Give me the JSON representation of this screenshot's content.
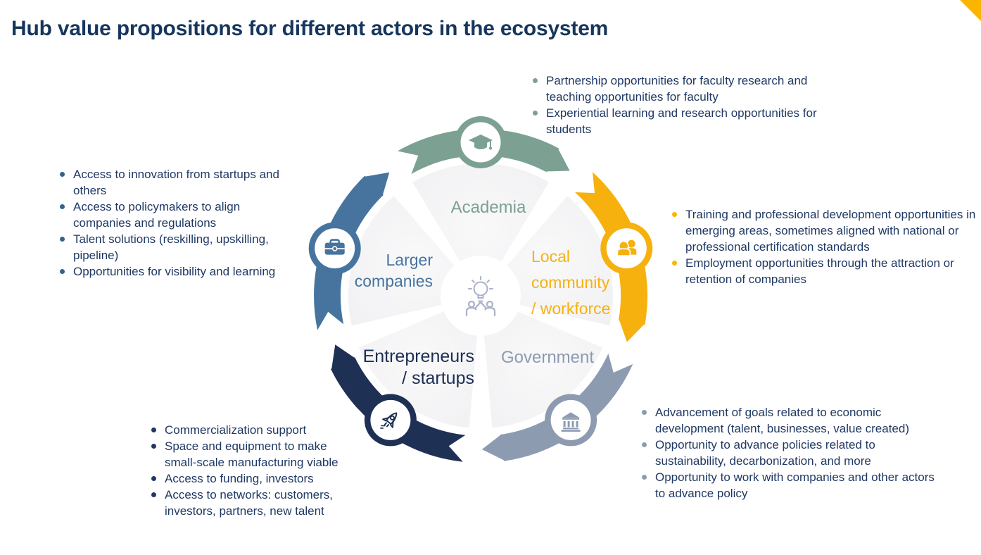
{
  "title": "Hub value propositions for different actors in the ecosystem",
  "palette": {
    "title_text": "#17365D",
    "body_text": "#1F3864",
    "academia": "#7CA192",
    "local_community": "#F7B10E",
    "government": "#8D9BB1",
    "entrepreneurs": "#1F3055",
    "larger_companies": "#46749F",
    "center_icon": "#A9B2C6",
    "wedge_fill": "#F0F0F2",
    "corner_triangle": "#FBB500"
  },
  "diagram": {
    "center_icon": "idea-collaboration-icon",
    "segments": [
      {
        "id": "academia",
        "label": "Academia",
        "color": "#7CA192",
        "bearing": 0,
        "icon": "graduation-cap-icon"
      },
      {
        "id": "local",
        "label": "Local community / workforce",
        "color": "#F7B10E",
        "bearing": 72,
        "icon": "people-icon"
      },
      {
        "id": "government",
        "label": "Government",
        "color": "#8D9BB1",
        "bearing": 144,
        "icon": "bank-icon"
      },
      {
        "id": "entrepreneurs",
        "label": "Entrepreneurs / startups",
        "color": "#1F3055",
        "bearing": 216,
        "icon": "rocket-icon"
      },
      {
        "id": "larger",
        "label": "Larger companies",
        "color": "#46749F",
        "bearing": 288,
        "icon": "briefcase-icon"
      }
    ],
    "wedge_labels": {
      "academia": [
        "Academia"
      ],
      "local": [
        "Local",
        "community",
        "/ workforce"
      ],
      "government": [
        "Government"
      ],
      "entrepreneurs": [
        "Entrepreneurs",
        "/ startups"
      ],
      "larger": [
        "Larger",
        "companies"
      ]
    }
  },
  "lists": {
    "academia": {
      "bullet_color": "#7CA192",
      "items": [
        "Partnership opportunities for faculty research and teaching opportunities for faculty",
        "Experiential learning  and research opportunities for students"
      ]
    },
    "larger_companies": {
      "bullet_color": "#35618E",
      "items": [
        "Access to innovation from startups and others",
        "Access to policymakers to align companies and regulations",
        "Talent solutions (reskilling, upskilling, pipeline)",
        "Opportunities for visibility and learning"
      ]
    },
    "local_community": {
      "bullet_color": "#FFB400",
      "items": [
        "Training and professional development opportunities in emerging areas, sometimes aligned with national or professional certification standards",
        "Employment opportunities through the attraction or retention of companies"
      ]
    },
    "government": {
      "bullet_color": "#8D9BB1",
      "items": [
        "Advancement of goals related to economic development (talent, businesses, value created)",
        "Opportunity to advance policies related to sustainability, decarbonization, and more",
        "Opportunity to work with companies and other actors to advance policy"
      ]
    },
    "entrepreneurs": {
      "bullet_color": "#1F3864",
      "items": [
        "Commercialization support",
        "Space and equipment to make small-scale manufacturing viable",
        "Access to funding, investors",
        "Access to networks: customers, investors, partners, new talent"
      ]
    }
  }
}
